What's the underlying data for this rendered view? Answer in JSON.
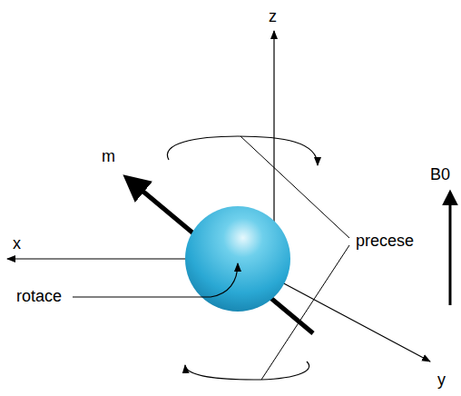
{
  "diagram": {
    "labels": [
      "z",
      "m",
      "x",
      "precese",
      "rotace",
      "y",
      "B0"
    ]
  }
}
